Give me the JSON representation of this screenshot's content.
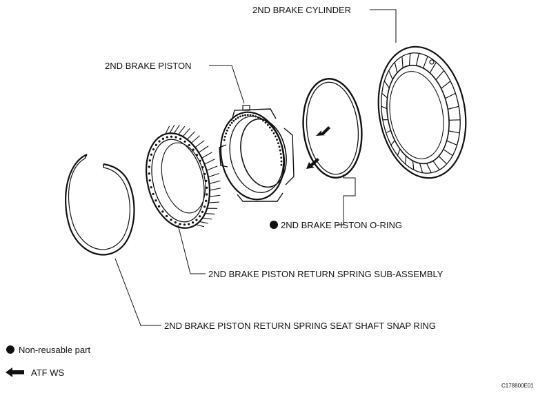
{
  "labels": {
    "brake_cylinder": "2ND BRAKE CYLINDER",
    "brake_piston": "2ND BRAKE PISTON",
    "piston_o_ring": "2ND BRAKE PISTON O-RING",
    "return_spring": "2ND BRAKE PISTON RETURN SPRING SUB-ASSEMBLY",
    "snap_ring": "2ND BRAKE PISTON RETURN SPRING SEAT SHAFT SNAP RING"
  },
  "legend": {
    "non_reusable": "Non-reusable part",
    "atf": "ATF WS"
  },
  "figure_code": "C178800E01"
}
